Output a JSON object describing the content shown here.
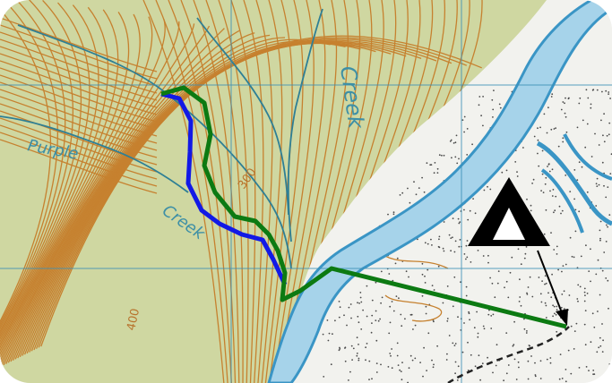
{
  "map": {
    "labels": {
      "creek_top": "Creek",
      "purple": "Purple",
      "creek_left": "Creek",
      "contour_300": "300",
      "contour_400": "400"
    },
    "colors": {
      "terrain": "#cfd7a1",
      "contour": "#c6812f",
      "water": "#3a95c5",
      "river_fill": "#a6d3ea",
      "flat": "#f2f2ee",
      "grid": "#3b8fb5",
      "route_green": "#0c7a12",
      "route_blue": "#1219e6",
      "marker": "#000000"
    },
    "icons": [
      "campsite-icon",
      "arrow-icon"
    ]
  }
}
